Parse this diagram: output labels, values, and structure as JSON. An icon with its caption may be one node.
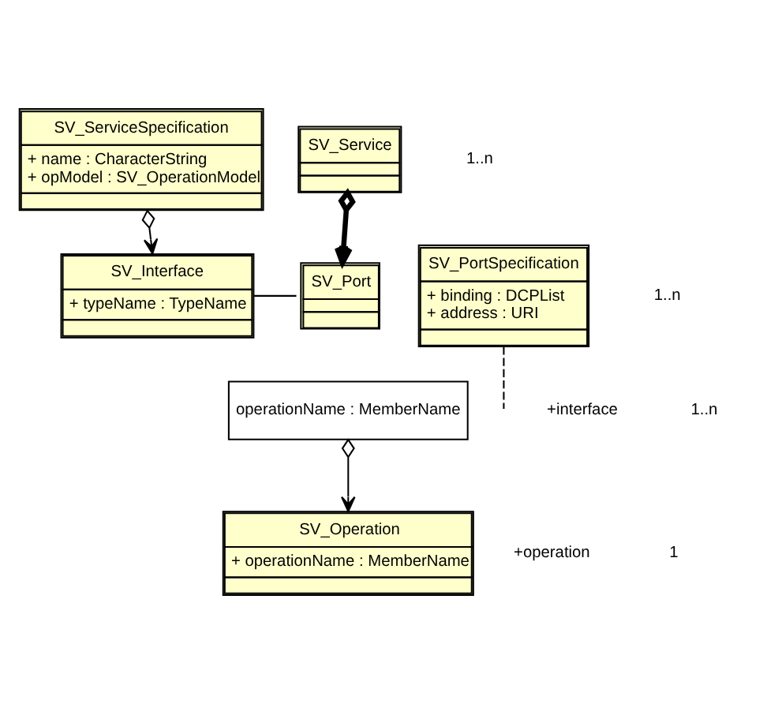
{
  "diagram": {
    "nodes": [
      {
        "text": [
          "SV_ServiceSpecification",
          "+ name : CharacterString",
          "+ opModel : SV_OperationModel"
        ]
      },
      {
        "text": [
          "SV_Service"
        ]
      },
      {
        "text": [
          "SV_PortSpecification",
          "+ binding : DCPList",
          "+ address : URI"
        ]
      },
      {
        "text": [
          "SV_Interface",
          "+ typeName : TypeName"
        ]
      },
      {
        "text": [
          "operationName : MemberName"
        ]
      },
      {
        "text": [
          "SV_Port"
        ]
      },
      {
        "text": [
          "SV_Operation",
          "+ operationName : MemberName"
        ]
      }
    ],
    "edges": [
      {
        "from": 0,
        "to": 3,
        "arrow": "to"
      },
      {
        "from": 1,
        "to": 5,
        "arrow": "to",
        "style": "thick"
      },
      {
        "from": 3,
        "to": 5,
        "arrow": "none"
      },
      {
        "from": 2,
        "to": null,
        "arrow": "none",
        "style": "dashed"
      },
      {
        "from": 4,
        "to": 6,
        "arrow": "to"
      }
    ],
    "labels": [
      "1..n",
      "1..n",
      "+interface",
      "1..n",
      "+operation",
      "1"
    ]
  }
}
